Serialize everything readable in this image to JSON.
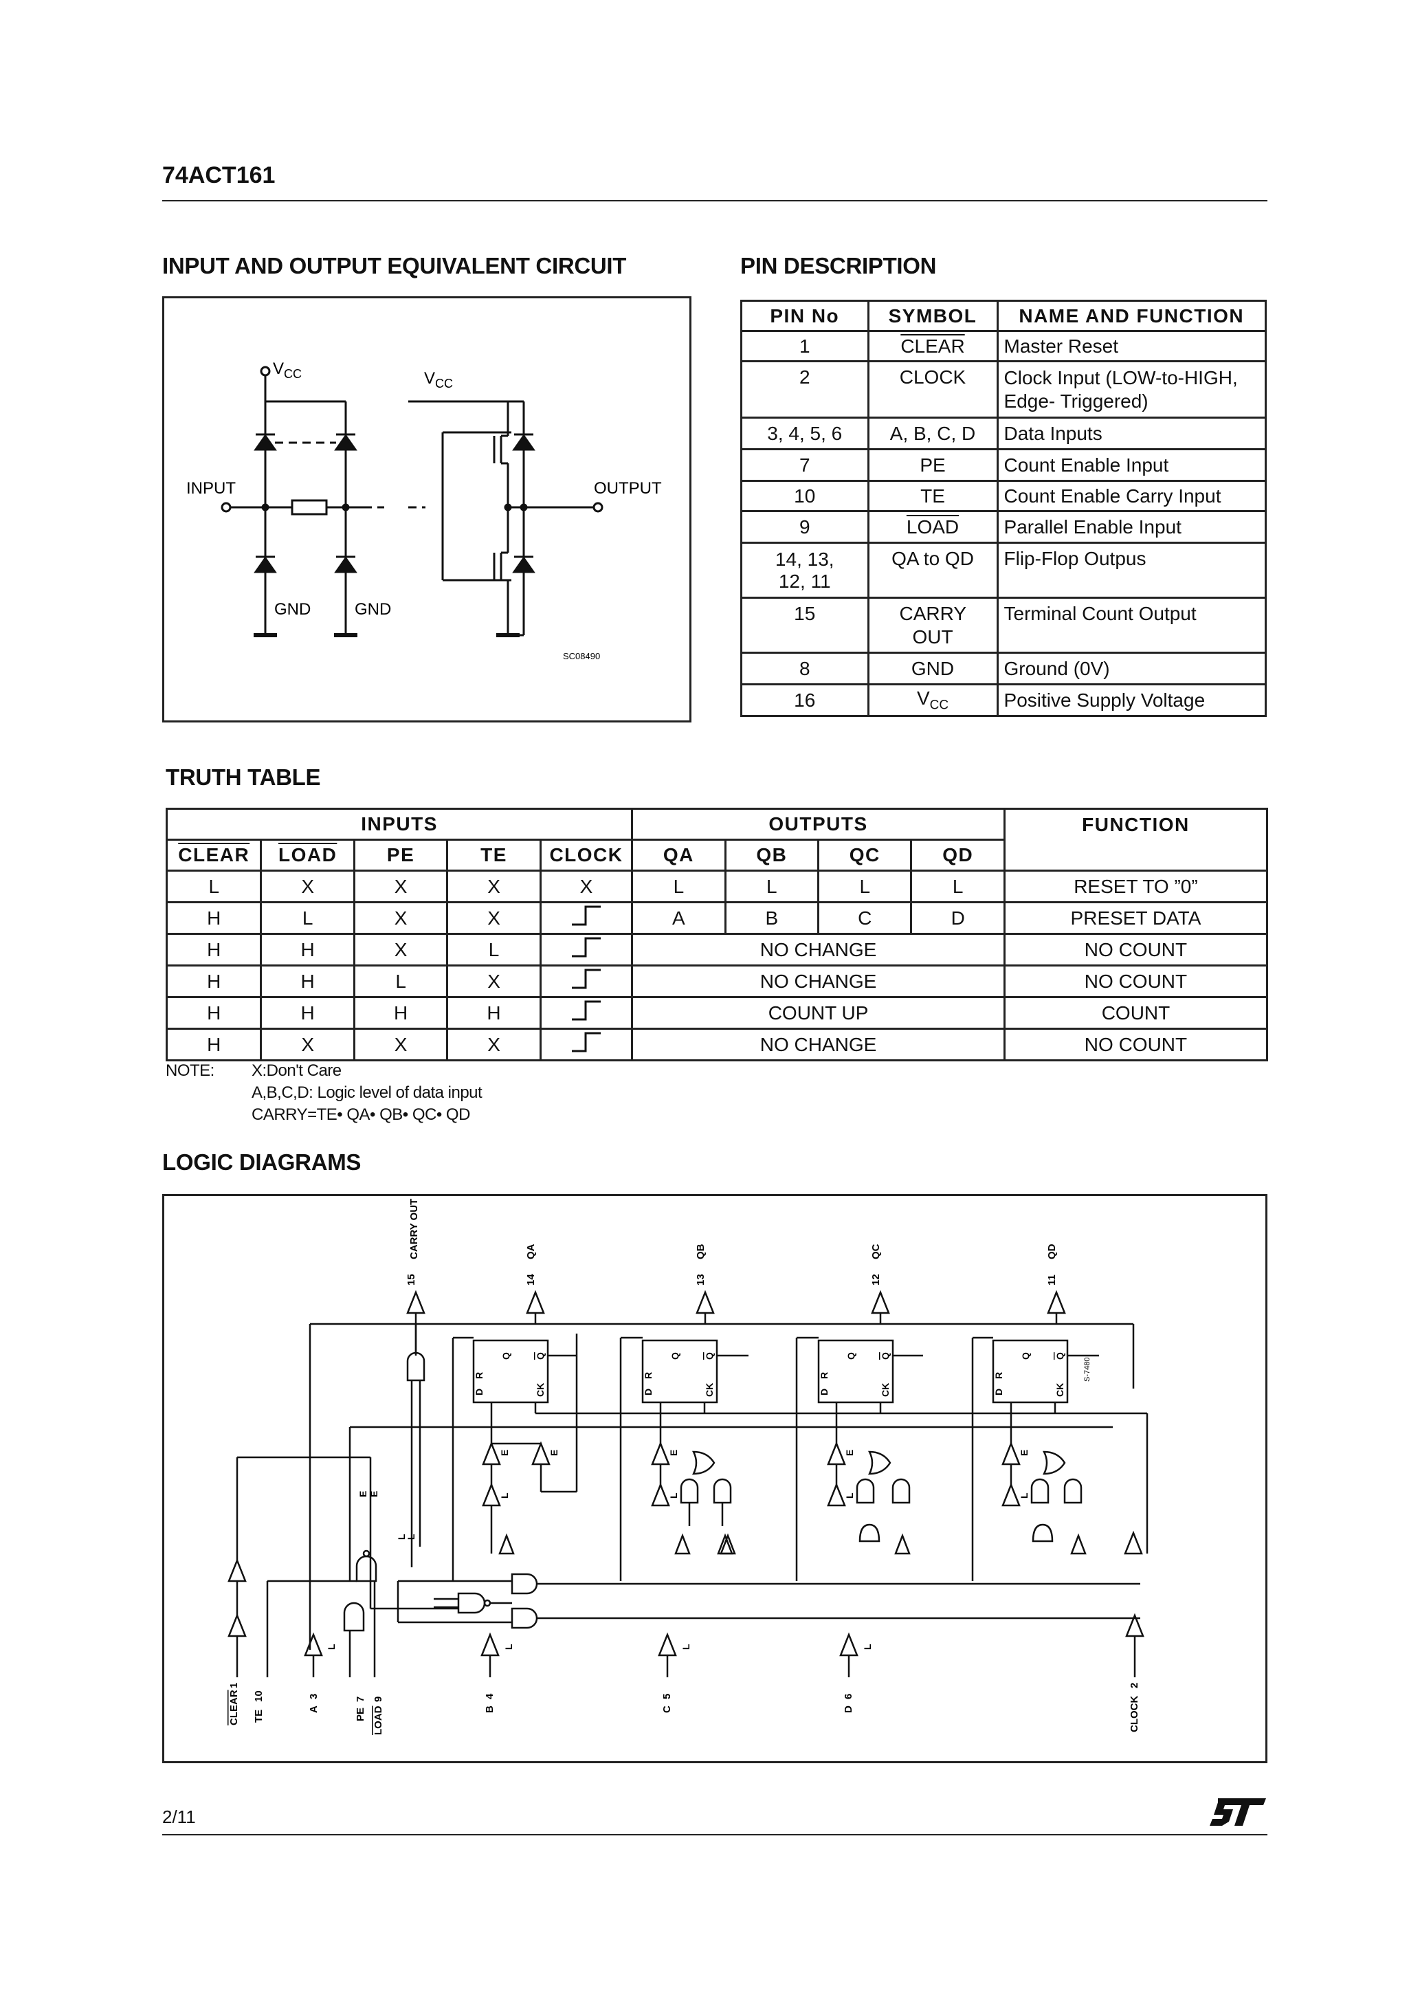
{
  "header": {
    "title": "74ACT161"
  },
  "equiv": {
    "heading": "INPUT AND OUTPUT EQUIVALENT CIRCUIT",
    "vcc1": "V",
    "vcc_sub": "CC",
    "vcc2": "V",
    "input": "INPUT",
    "output": "OUTPUT",
    "gnd1": "GND",
    "gnd2": "GND",
    "code": "SC08490"
  },
  "pin": {
    "heading": "PIN DESCRIPTION",
    "headers": [
      "PIN No",
      "SYMBOL",
      "NAME AND FUNCTION"
    ],
    "rows": [
      {
        "pin": "1",
        "symbol": "CLEAR",
        "fn": "Master Reset"
      },
      {
        "pin": "2",
        "symbol": "CLOCK",
        "fn": "Clock Input (LOW-to-HIGH, Edge- Triggered)"
      },
      {
        "pin": "3, 4, 5, 6",
        "symbol": "A, B, C, D",
        "fn": "Data Inputs"
      },
      {
        "pin": "7",
        "symbol": "PE",
        "fn": "Count Enable Input"
      },
      {
        "pin": "10",
        "symbol": "TE",
        "fn": "Count Enable Carry Input"
      },
      {
        "pin": "9",
        "symbol": "LOAD",
        "fn": "Parallel Enable Input"
      },
      {
        "pin": "14, 13, 12, 11",
        "symbol": "QA to QD",
        "fn": "Flip-Flop Outpus"
      },
      {
        "pin": "15",
        "symbol": "CARRY OUT",
        "fn": "Terminal Count Output"
      },
      {
        "pin": "8",
        "symbol": "GND",
        "fn": "Ground (0V)"
      },
      {
        "pin": "16",
        "symbol": "V",
        "symbol_sub": "CC",
        "fn": "Positive Supply Voltage"
      }
    ]
  },
  "truth": {
    "heading": "TRUTH TABLE",
    "group_inputs": "INPUTS",
    "group_outputs": "OUTPUTS",
    "group_function": "FUNCTION",
    "cols": [
      "CLEAR",
      "LOAD",
      "PE",
      "TE",
      "CLOCK",
      "QA",
      "QB",
      "QC",
      "QD"
    ],
    "rows": [
      {
        "in": [
          "L",
          "X",
          "X",
          "X",
          "X"
        ],
        "out": [
          "L",
          "L",
          "L",
          "L"
        ],
        "fn": "RESET TO ”0”"
      },
      {
        "in": [
          "H",
          "L",
          "X",
          "X",
          ""
        ],
        "out": [
          "A",
          "B",
          "C",
          "D"
        ],
        "fn": "PRESET DATA"
      },
      {
        "in": [
          "H",
          "H",
          "X",
          "L",
          ""
        ],
        "out_merged": "NO CHANGE",
        "fn": "NO COUNT"
      },
      {
        "in": [
          "H",
          "H",
          "L",
          "X",
          ""
        ],
        "out_merged": "NO CHANGE",
        "fn": "NO COUNT"
      },
      {
        "in": [
          "H",
          "H",
          "H",
          "H",
          ""
        ],
        "out_merged": "COUNT UP",
        "fn": "COUNT"
      },
      {
        "in": [
          "H",
          "X",
          "X",
          "X",
          ""
        ],
        "out_merged": "NO CHANGE",
        "fn": "NO COUNT"
      }
    ],
    "note_label": "NOTE:",
    "notes": [
      "X:Don't Care",
      "A,B,C,D: Logic level of data input",
      "CARRY=TE• QA• QB• QC• QD"
    ]
  },
  "logic": {
    "heading": "LOGIC DIAGRAMS",
    "outputs": [
      {
        "pin": "15",
        "name": "CARRY OUT"
      },
      {
        "pin": "14",
        "name": "QA"
      },
      {
        "pin": "13",
        "name": "QB"
      },
      {
        "pin": "12",
        "name": "QC"
      },
      {
        "pin": "11",
        "name": "QD"
      }
    ],
    "inputs": [
      {
        "pin": "1",
        "name": "CLEAR"
      },
      {
        "pin": "10",
        "name": "TE"
      },
      {
        "pin": "7",
        "name": "PE"
      },
      {
        "pin": "9",
        "name": "LOAD"
      },
      {
        "pin": "3",
        "name": "A"
      },
      {
        "pin": "4",
        "name": "B"
      },
      {
        "pin": "5",
        "name": "C"
      },
      {
        "pin": "6",
        "name": "D"
      },
      {
        "pin": "2",
        "name": "CLOCK"
      }
    ],
    "ff": {
      "d": "D",
      "r": "R",
      "q": "Q",
      "qb": "Q",
      "ck": "CK"
    },
    "sig": {
      "e": "E",
      "l": "L"
    },
    "code": "S-7480"
  },
  "footer": {
    "page": "2/11",
    "logo": "ST"
  }
}
